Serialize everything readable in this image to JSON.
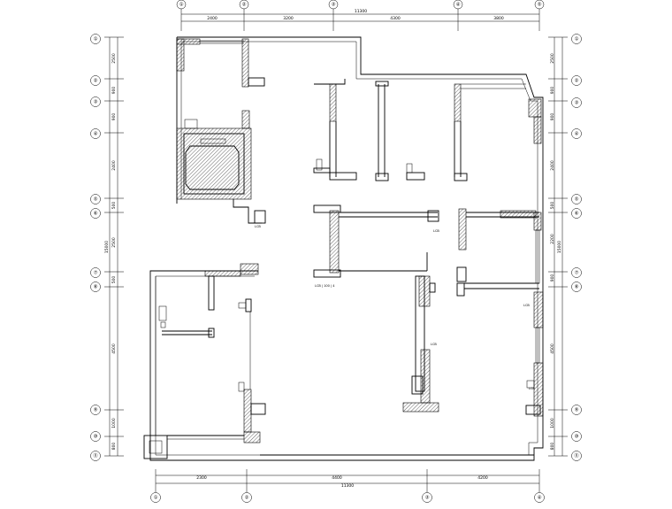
{
  "top_axes": [
    "①",
    "②",
    "③",
    "④",
    "⑤"
  ],
  "bottom_axes": [
    "①",
    "②",
    "③",
    "④"
  ],
  "left_axes": [
    "①",
    "②",
    "③",
    "④",
    "⑤",
    "⑥",
    "⑦",
    "⑧",
    "⑨",
    "⑩",
    "⑪"
  ],
  "right_axes": [
    "①",
    "②",
    "③",
    "④",
    "⑤",
    "⑥",
    "⑦",
    "⑧",
    "⑨",
    "⑩",
    "⑪"
  ],
  "top_total": "11300",
  "top_segments": [
    "2400",
    "3200",
    "4300",
    "3800"
  ],
  "bottom_total": "11300",
  "bottom_segments": [
    "2300",
    "4400",
    "4200"
  ],
  "left_total": "15000",
  "left_segments": [
    "2500",
    "900",
    "900",
    "2400",
    "500",
    "2500",
    "500",
    "4500",
    "1000",
    "800"
  ],
  "right_total": "15000",
  "right_segments": [
    "2500",
    "900",
    "900",
    "2400",
    "500",
    "2200",
    "900",
    "4500",
    "1000",
    "800"
  ],
  "notes": {
    "n1": "LCB",
    "n2": "LCB | 100 | 4",
    "n3": "LCB",
    "n4": "LCB",
    "n5": "LCB",
    "n6": "LCB"
  }
}
